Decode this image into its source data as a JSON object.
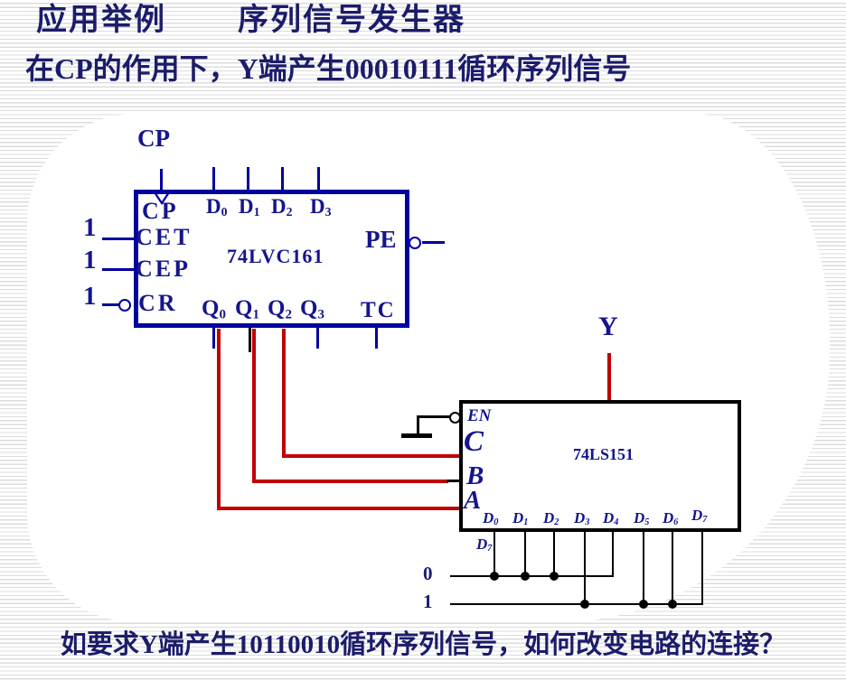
{
  "slide": {
    "title_left": "应用举例",
    "title_right": "序列信号发生器",
    "subtitle": "在CP的作用下，Y端产生00010111循环序列信号",
    "footer": "如要求Y端产生10110010循环序列信号，如何改变电路的连接？"
  },
  "colors": {
    "title_navy": "#1c1c6b",
    "circuit_navy": "#15158e",
    "chip_blue_border": "#0000a0",
    "chip_black_border": "#000000",
    "wire_red": "#c00000",
    "stripe_gray": "#dcdcdc"
  },
  "counter": {
    "part": "74LVC161",
    "clock_external": "CP",
    "pin_cp": "CP",
    "pin_cet": "CET",
    "pin_cep": "CEP",
    "pin_cr": "CR",
    "pin_pe": "PE",
    "pin_tc": "TC",
    "d_pins": [
      {
        "b": "D",
        "s": "0"
      },
      {
        "b": "D",
        "s": "1"
      },
      {
        "b": "D",
        "s": "2"
      },
      {
        "b": "D",
        "s": "3"
      }
    ],
    "q_pins": [
      {
        "b": "Q",
        "s": "0"
      },
      {
        "b": "Q",
        "s": "1"
      },
      {
        "b": "Q",
        "s": "2"
      },
      {
        "b": "Q",
        "s": "3"
      }
    ],
    "const_inputs": [
      "1",
      "1",
      "1"
    ]
  },
  "mux": {
    "part": "74LS151",
    "pin_en": "EN",
    "sel_c": "C",
    "sel_b": "B",
    "sel_a": "A",
    "output": "Y",
    "d_pins": [
      {
        "b": "D",
        "s": "0"
      },
      {
        "b": "D",
        "s": "1"
      },
      {
        "b": "D",
        "s": "2"
      },
      {
        "b": "D",
        "s": "3"
      },
      {
        "b": "D",
        "s": "4"
      },
      {
        "b": "D",
        "s": "5"
      },
      {
        "b": "D",
        "s": "6"
      },
      {
        "b": "D",
        "s": "7"
      }
    ],
    "stray_label": {
      "b": "D",
      "s": "7"
    }
  },
  "connections": {
    "select_wires": [
      {
        "from": "Q0",
        "to": "A"
      },
      {
        "from": "Q1",
        "to": "B"
      },
      {
        "from": "Q2",
        "to": "C"
      }
    ],
    "bus_rows": [
      {
        "label": "0",
        "connects": [
          "D0",
          "D1",
          "D2",
          "D4"
        ]
      },
      {
        "label": "1",
        "connects": [
          "D3",
          "D5",
          "D6",
          "D7"
        ]
      }
    ]
  }
}
